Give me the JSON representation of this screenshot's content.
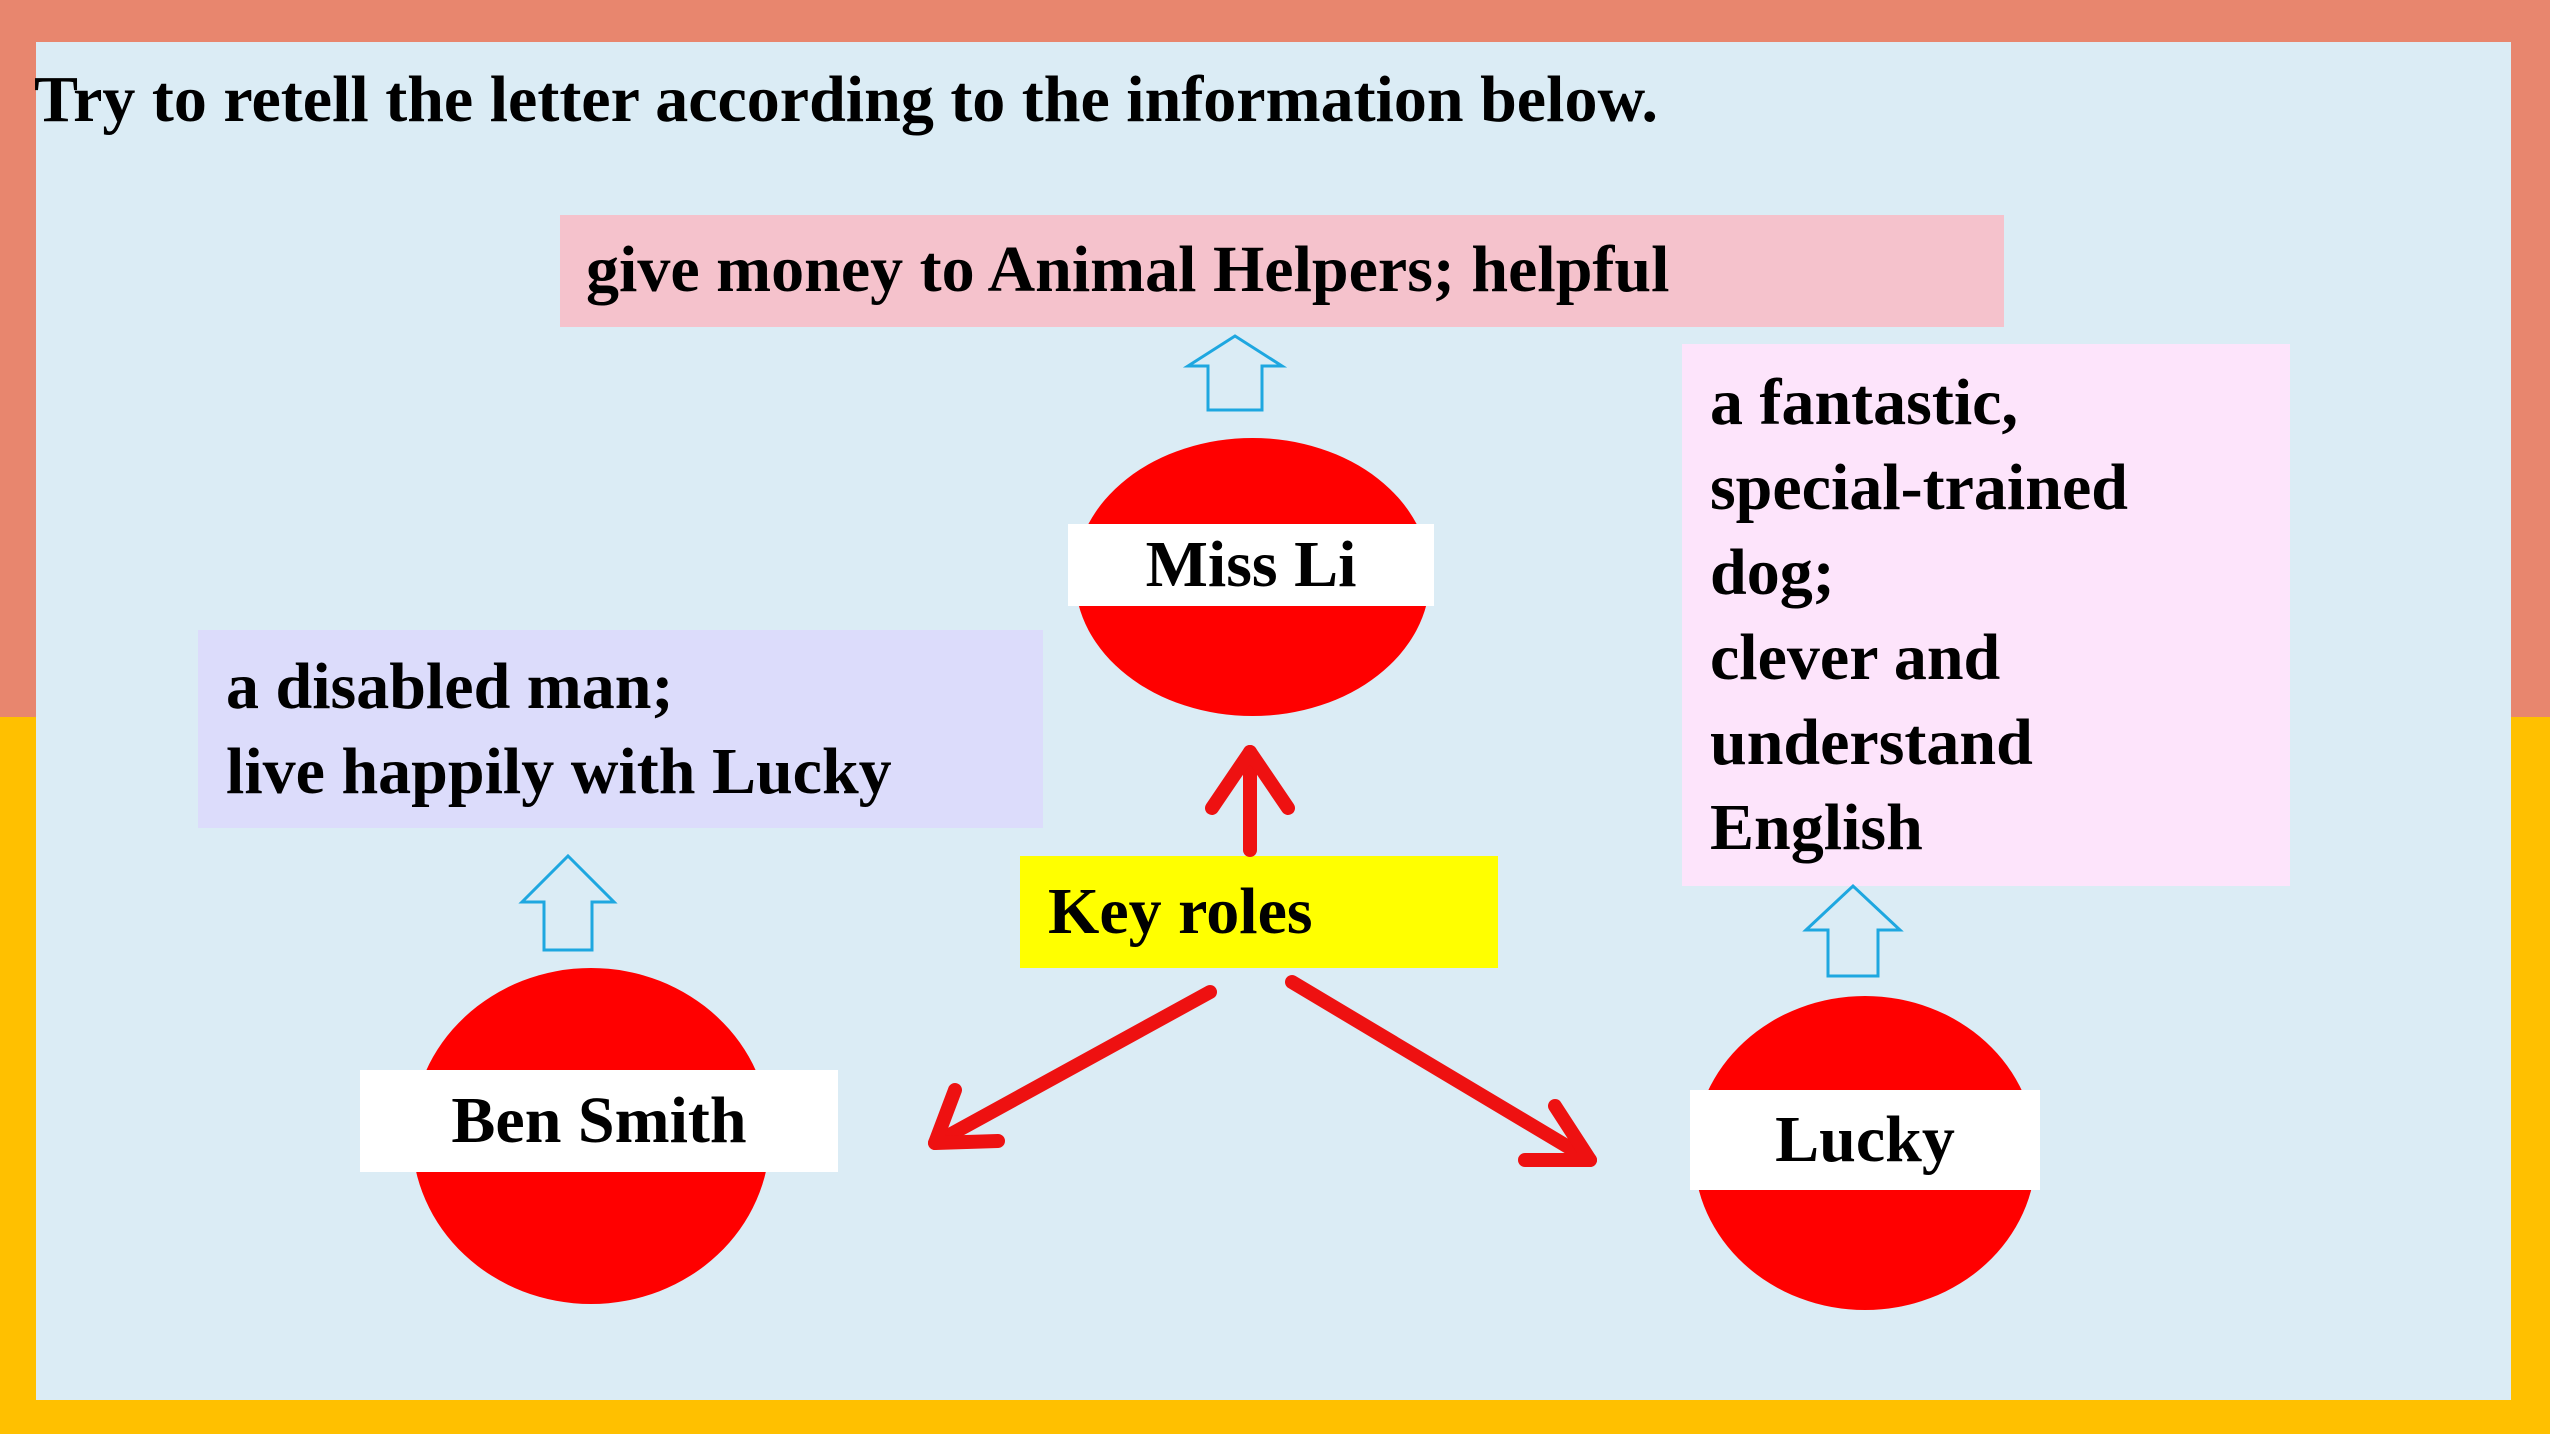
{
  "title": "Try to retell the letter according to the information below.",
  "center_label": "Key roles",
  "roles": {
    "miss_li": {
      "name": "Miss Li",
      "info": [
        "give money to Animal Helpers; helpful"
      ]
    },
    "ben_smith": {
      "name": "Ben Smith",
      "info": [
        "a disabled man;",
        "live happily with Lucky"
      ]
    },
    "lucky": {
      "name": "Lucky",
      "info": [
        "a fantastic,",
        "special-trained",
        "dog;",
        "clever and",
        "understand",
        "English"
      ]
    }
  },
  "colors": {
    "frame_top": "#e8866e",
    "frame_bottom": "#ffc000",
    "panel": "#dbecf5",
    "circle": "#ff0000",
    "arrow": "#ee1111",
    "hollow_arrow": "#1ea7e0",
    "miss_li_box": "#f5c2cc",
    "ben_box": "#dcdcfb",
    "lucky_box": "#fde4fb",
    "key_box": "#ffff00"
  }
}
